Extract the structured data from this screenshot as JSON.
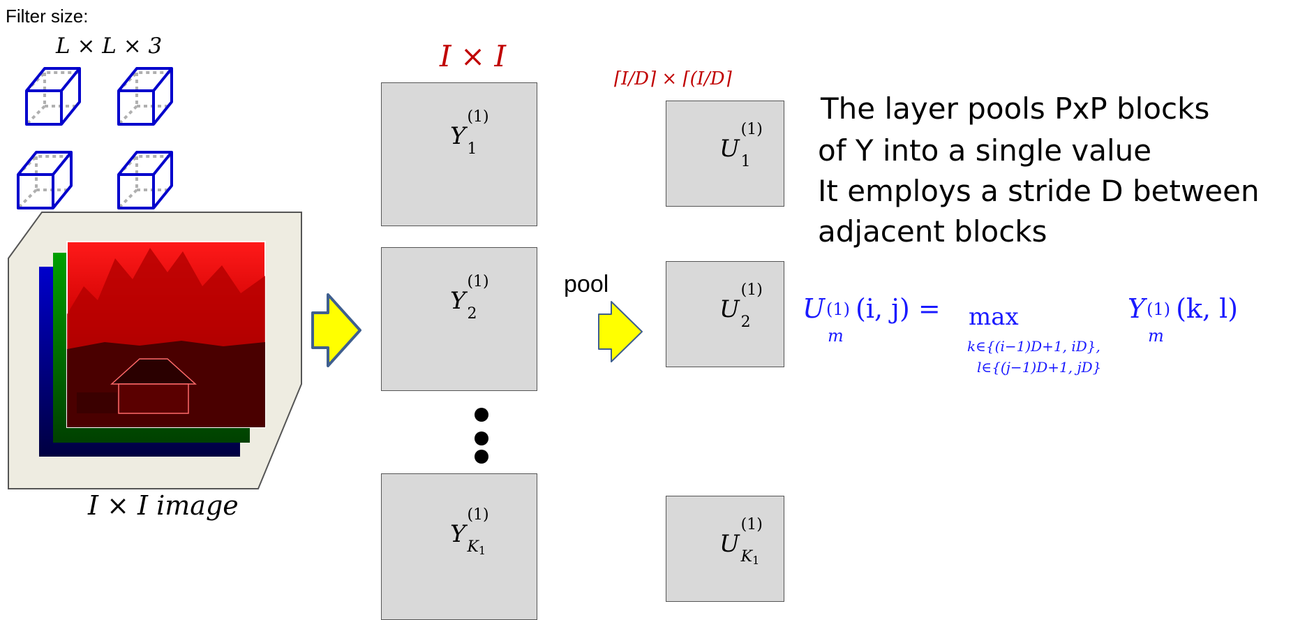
{
  "filter": {
    "caption": "Filter size:",
    "dims": "L × L × 3"
  },
  "image": {
    "caption": "I × I image"
  },
  "conv": {
    "dims": "I × I",
    "maps": [
      {
        "base": "Y",
        "sup": "(1)",
        "sub": "1"
      },
      {
        "base": "Y",
        "sup": "(1)",
        "sub": "2"
      },
      {
        "base": "Y",
        "sup": "(1)",
        "sub": "K",
        "subsub": "1"
      }
    ]
  },
  "pool": {
    "label": "pool",
    "dims": "⌈I/D⌉ × ⌈(I/D⌉",
    "maps": [
      {
        "base": "U",
        "sup": "(1)",
        "sub": "1"
      },
      {
        "base": "U",
        "sup": "(1)",
        "sub": "2"
      },
      {
        "base": "U",
        "sup": "(1)",
        "sub": "K",
        "subsub": "1"
      }
    ]
  },
  "description": {
    "lines": [
      "The layer pools PxP blocks",
      "of Y into a single value",
      "It employs a stride D between",
      "adjacent blocks"
    ]
  },
  "equation": {
    "lhs_base": "U",
    "lhs_sup": "(1)",
    "lhs_sub": "m",
    "lhs_args": "(i, j) =",
    "op": "max",
    "cond1": "k∈{(i−1)D+1, iD},",
    "cond2": "l∈{(j−1)D+1, jD}",
    "rhs_base": "Y",
    "rhs_sup": "(1)",
    "rhs_sub": "m",
    "rhs_args": "(k, l)"
  },
  "colors": {
    "accent_red": "#c00000",
    "equation_blue": "#1a1aff",
    "arrow_yellow": "#ffff00",
    "arrow_border": "#3f5f8f",
    "filter_blue": "#0000cc",
    "map_fill": "#d9d9d9"
  }
}
